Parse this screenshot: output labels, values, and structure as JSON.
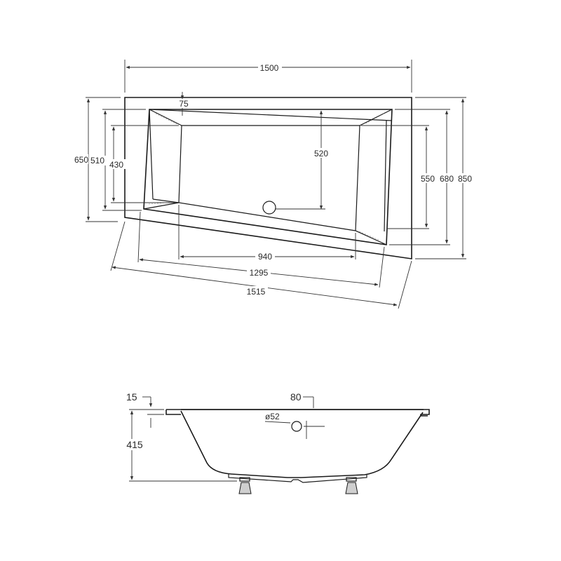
{
  "top_view": {
    "dimensions": {
      "overall_width": "1500",
      "rim_offset": "75",
      "height_left_outer": "650",
      "height_left_mid": "510",
      "height_left_inner": "430",
      "depth_center": "520",
      "height_right_inner": "550",
      "height_right_mid": "680",
      "height_right_outer": "850",
      "basin_bottom": "940",
      "diag_inner": "1295",
      "diag_outer": "1515"
    }
  },
  "side_view": {
    "dimensions": {
      "rim_thickness": "15",
      "rim_width": "80",
      "overflow_diameter": "ø52",
      "total_height": "415"
    }
  },
  "colors": {
    "line": "#1a1a1a",
    "text": "#2a2a2a",
    "background": "#ffffff"
  }
}
